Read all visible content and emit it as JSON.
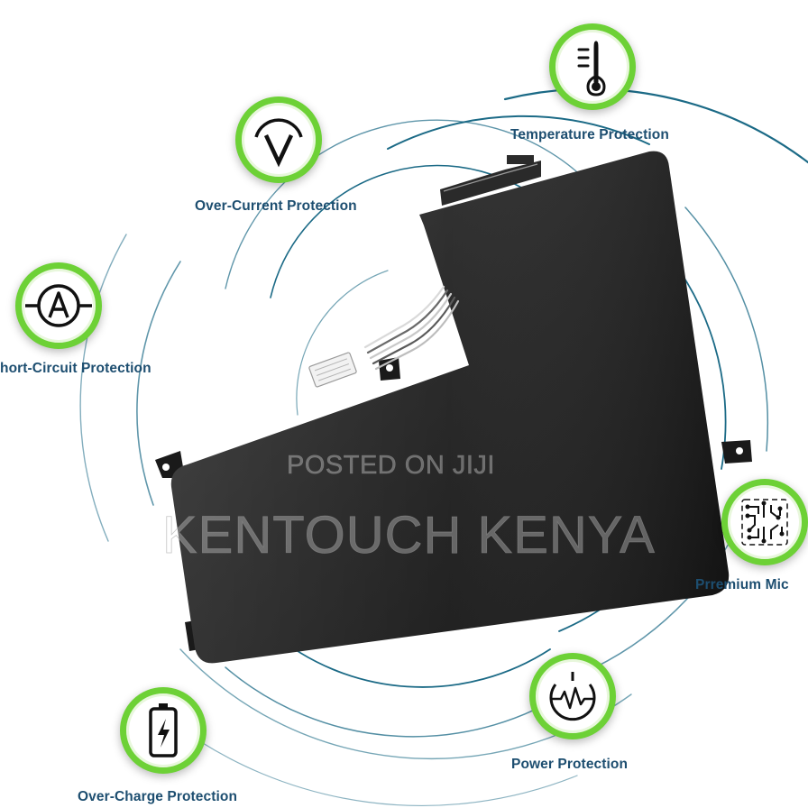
{
  "colors": {
    "badge_ring": "#6dd136",
    "label_text": "#1d4e70",
    "arc_lines": "#1b6a86",
    "battery_body": "#1e1e1e"
  },
  "features": {
    "temperature": {
      "label": "Temperature Protection",
      "icon": "thermometer-icon"
    },
    "over_current": {
      "label": "Over-Current Protection",
      "icon": "volt-meter-icon"
    },
    "short_circuit": {
      "label": "hort-Circuit Protection",
      "icon": "ammeter-icon"
    },
    "premium": {
      "label": "Prremium   Mic",
      "icon": "circuit-chip-icon"
    },
    "power": {
      "label": "Power Protection",
      "icon": "power-wave-icon"
    },
    "over_charge": {
      "label": "Over-Charge Protection",
      "icon": "battery-charge-icon"
    }
  },
  "watermark": {
    "line1": "POSTED ON JIJI",
    "line2": "KENTOUCH KENYA"
  }
}
